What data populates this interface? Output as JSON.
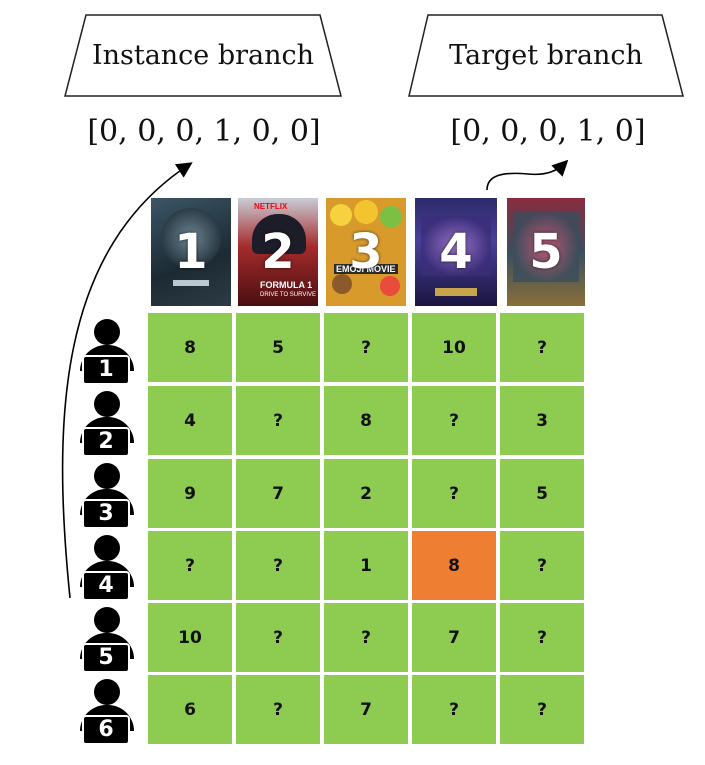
{
  "instance_branch": {
    "title": "Instance branch",
    "vector": "[0, 0, 0, 1, 0, 0]"
  },
  "target_branch": {
    "title": "Target branch",
    "vector": "[0, 0, 0, 1, 0]"
  },
  "movies": [
    {
      "number": "1",
      "theme": "dark-blue-face"
    },
    {
      "number": "2",
      "theme": "netflix-formula-1"
    },
    {
      "number": "3",
      "theme": "emoji-movie"
    },
    {
      "number": "4",
      "theme": "avengers-endgame"
    },
    {
      "number": "5",
      "theme": "suicide-squad"
    }
  ],
  "poster_text": {
    "netflix": "NETFLIX",
    "formula1": "FORMULA 1",
    "drive": "DRIVE TO SURVIVE",
    "emoji": "EMOJI MOVIE"
  },
  "users": [
    "1",
    "2",
    "3",
    "4",
    "5",
    "6"
  ],
  "ratings": [
    [
      "8",
      "5",
      "?",
      "10",
      "?"
    ],
    [
      "4",
      "?",
      "8",
      "?",
      "3"
    ],
    [
      "9",
      "7",
      "2",
      "?",
      "5"
    ],
    [
      "?",
      "?",
      "1",
      "8",
      "?"
    ],
    [
      "10",
      "?",
      "?",
      "7",
      "?"
    ],
    [
      "6",
      "?",
      "7",
      "?",
      "?"
    ]
  ],
  "highlight": {
    "user": "4",
    "movie": "4"
  },
  "colors": {
    "cell": "#8dcc50",
    "highlight": "#ee7e32",
    "grid_line": "#ffffff"
  }
}
